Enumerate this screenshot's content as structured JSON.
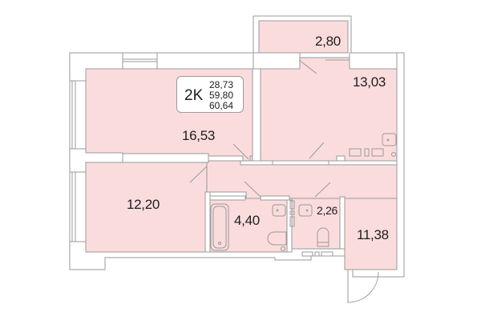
{
  "plan": {
    "apartment_type": "2K",
    "areas": {
      "living": "28,73",
      "total": "59,80",
      "total_with_balcony": "60,64"
    },
    "rooms": [
      {
        "id": "living-room",
        "area": "16,53"
      },
      {
        "id": "bedroom",
        "area": "12,20"
      },
      {
        "id": "kitchen",
        "area": "13,03"
      },
      {
        "id": "balcony",
        "area": "2,80"
      },
      {
        "id": "bathroom",
        "area": "4,40"
      },
      {
        "id": "toilet",
        "area": "2,26"
      },
      {
        "id": "hallway",
        "area": "11,38"
      }
    ],
    "colors": {
      "room_fill": "#fbdcdc",
      "wall": "#ffffff",
      "line": "#9a9a9a",
      "text": "#1e1e1e"
    }
  }
}
